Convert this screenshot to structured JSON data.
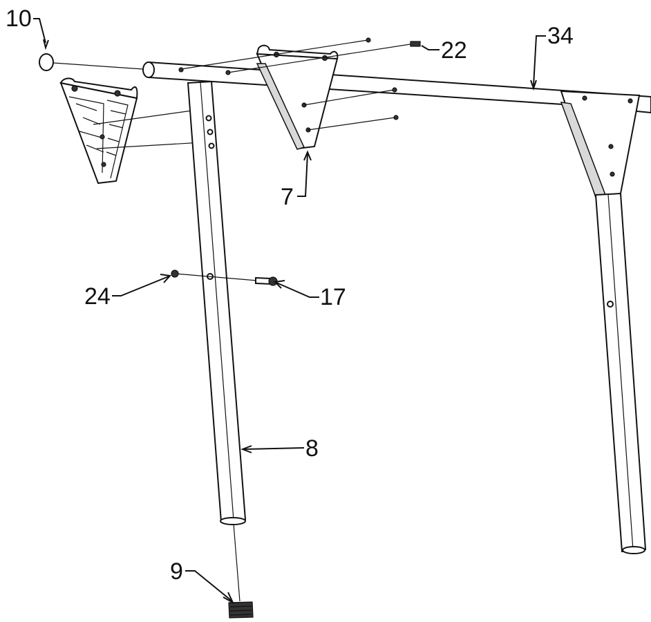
{
  "diagram": {
    "part_labels": {
      "p10": "10",
      "p22": "22",
      "p34": "34",
      "p7": "7",
      "p24": "24",
      "p17": "17",
      "p8": "8",
      "p9": "9"
    }
  }
}
